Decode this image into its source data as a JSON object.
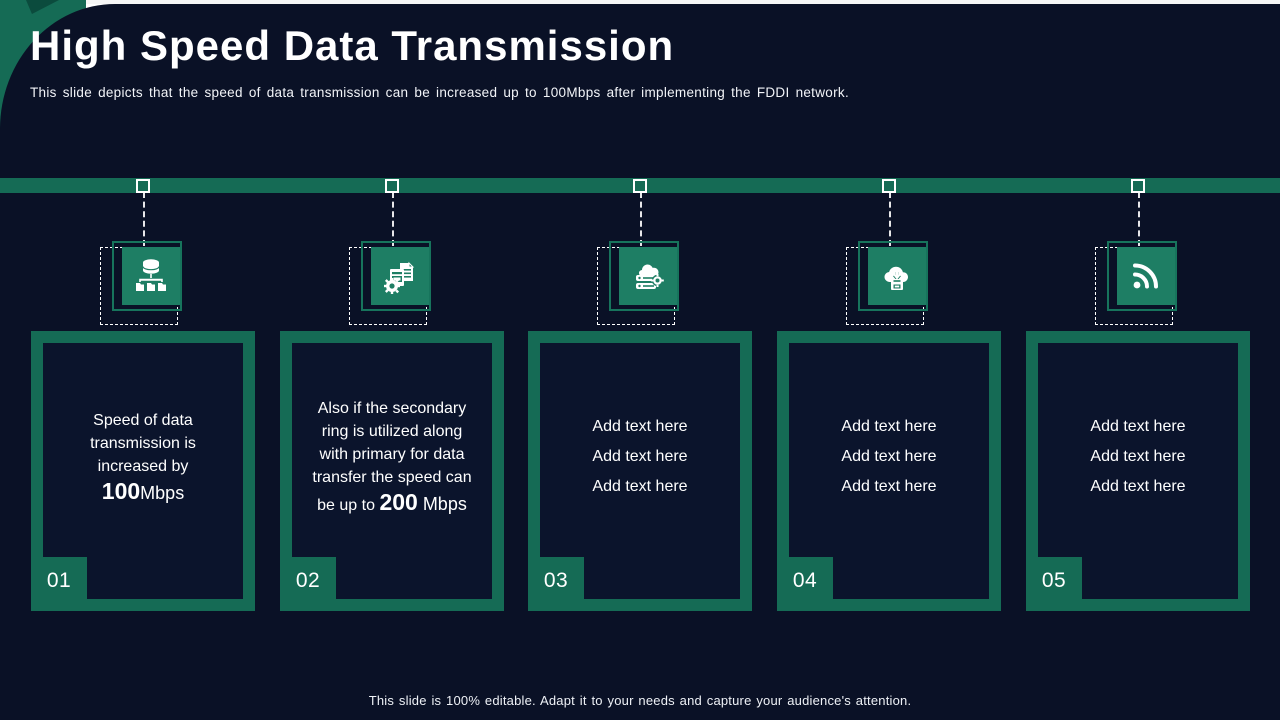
{
  "slide": {
    "title": "High Speed Data Transmission",
    "subtitle": "This slide depicts that the speed of data transmission can be increased up to 100Mbps after implementing the FDDI network.",
    "footer": "This slide is 100% editable. Adapt it to your needs and capture your audience's attention."
  },
  "colors": {
    "accent_teal": "#156B55",
    "icon_square_teal": "#1E7E64",
    "background_navy": "#0A1126",
    "card_navy": "#0B142C",
    "text_white": "#FFFFFF"
  },
  "columns": [
    {
      "number": "01",
      "icon": "database-network-icon",
      "card": {
        "lines": [
          "Speed of data",
          "transmission is",
          "increased by"
        ],
        "value": "100",
        "unit": "Mbps"
      }
    },
    {
      "number": "02",
      "icon": "documents-gear-icon",
      "card": {
        "lines": [
          "Also if the secondary",
          "ring is utilized along",
          "with primary for data",
          "transfer the speed can"
        ],
        "value_prefix": "be up to ",
        "value": "200",
        "unit": " Mbps"
      }
    },
    {
      "number": "03",
      "icon": "server-cloud-gear-icon",
      "card": {
        "lines": [
          "Add text here",
          "Add text here",
          "Add text here"
        ]
      }
    },
    {
      "number": "04",
      "icon": "cloud-download-icon",
      "card": {
        "lines": [
          "Add text here",
          "Add text here",
          "Add text here"
        ]
      }
    },
    {
      "number": "05",
      "icon": "rss-signal-icon",
      "card": {
        "lines": [
          "Add text here",
          "Add text here",
          "Add text here"
        ]
      }
    }
  ]
}
